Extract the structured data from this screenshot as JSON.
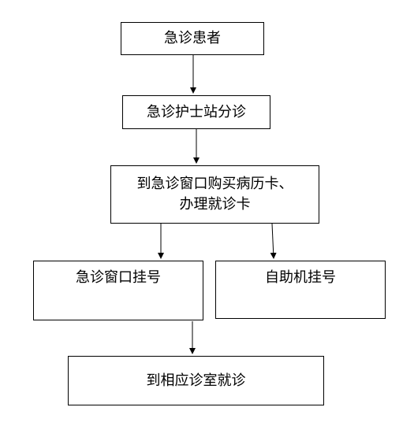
{
  "flowchart": {
    "nodes": {
      "emergency_patient": "急诊患者",
      "nurse_triage": "急诊护士站分诊",
      "buy_card_line1": "到急诊窗口购买病历卡、",
      "buy_card_line2": "办理就诊卡",
      "window_registration": "急诊窗口挂号",
      "self_service_registration": "自助机挂号",
      "consult_room": "到相应诊室就诊"
    }
  }
}
